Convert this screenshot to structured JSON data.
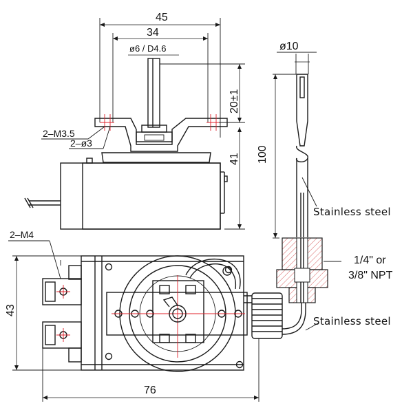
{
  "dimensions": {
    "width_total": "45",
    "width_holes": "34",
    "shaft": "ø6 / D4.6",
    "shaft_height": "20±1",
    "body_height": "41",
    "mount_thread": "2–M3.5",
    "mount_hole": "2–ø3",
    "bulb_diameter": "ø10",
    "bulb_length": "100",
    "terminal_thread": "2–M4",
    "bottom_height": "43",
    "bottom_length": "76"
  },
  "callouts": {
    "material_upper": "Stainless steel",
    "material_lower": "Stainless steel",
    "thread_line1": "1/4\" or",
    "thread_line2": "3/8\" NPT"
  }
}
